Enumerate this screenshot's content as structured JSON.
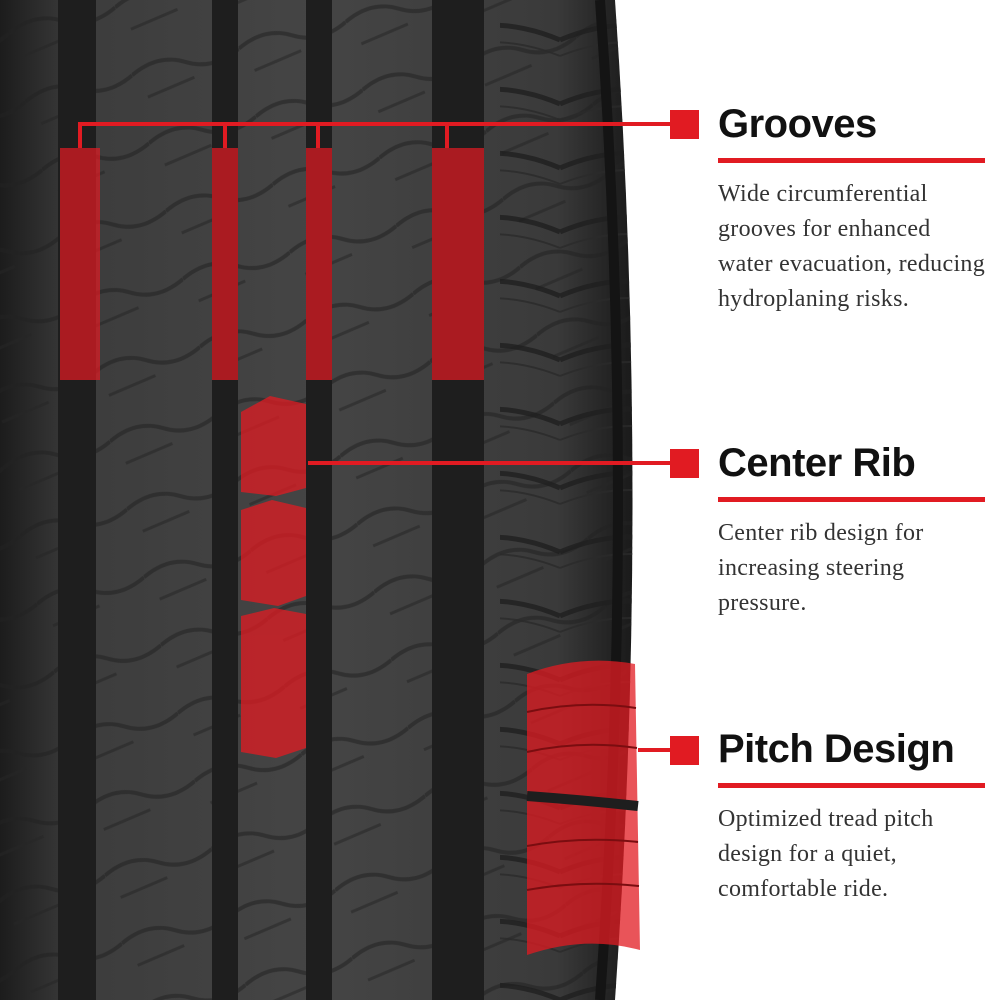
{
  "colors": {
    "accent": "#e11b22",
    "tire": "#3a3a3a",
    "groove": "#1e1e1e",
    "text_dark": "#111111",
    "text_body": "#333333"
  },
  "callouts": [
    {
      "title": "Grooves",
      "description": "Wide circumferential grooves for enhanced water evacuation, reducing hydroplaning risks."
    },
    {
      "title": "Center Rib",
      "description": "Center rib design for increasing steering pressure."
    },
    {
      "title": "Pitch Design",
      "description": "Optimized tread pitch design for a quiet, comfortable ride."
    }
  ]
}
